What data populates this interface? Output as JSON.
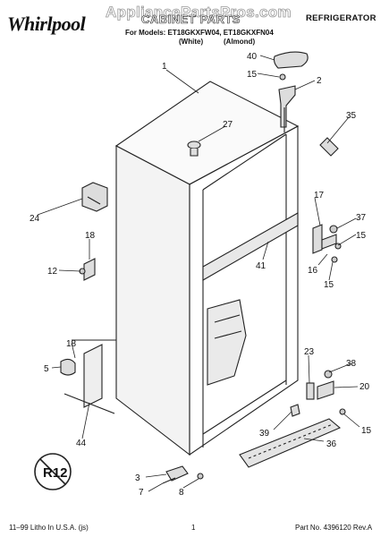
{
  "header": {
    "brand": "Whirlpool",
    "watermark": "AppliancePartsPros.com",
    "title": "CABINET PARTS",
    "category": "REFRIGERATOR",
    "models_line": "For Models: ET18GKXFW04, ET18GKXFN04",
    "variant_white": "(White)",
    "variant_almond": "(Almond)"
  },
  "callouts": [
    "40",
    "15",
    "2",
    "1",
    "27",
    "35",
    "24",
    "17",
    "37",
    "15",
    "18",
    "12",
    "41",
    "16",
    "15",
    "18",
    "5",
    "23",
    "38",
    "20",
    "44",
    "15",
    "39",
    "36",
    "3",
    "7",
    "8"
  ],
  "badge": "R12",
  "footer": {
    "left": "11–99 Litho In U.S.A. (js)",
    "page": "1",
    "right": "Part No. 4396120 Rev.A"
  }
}
